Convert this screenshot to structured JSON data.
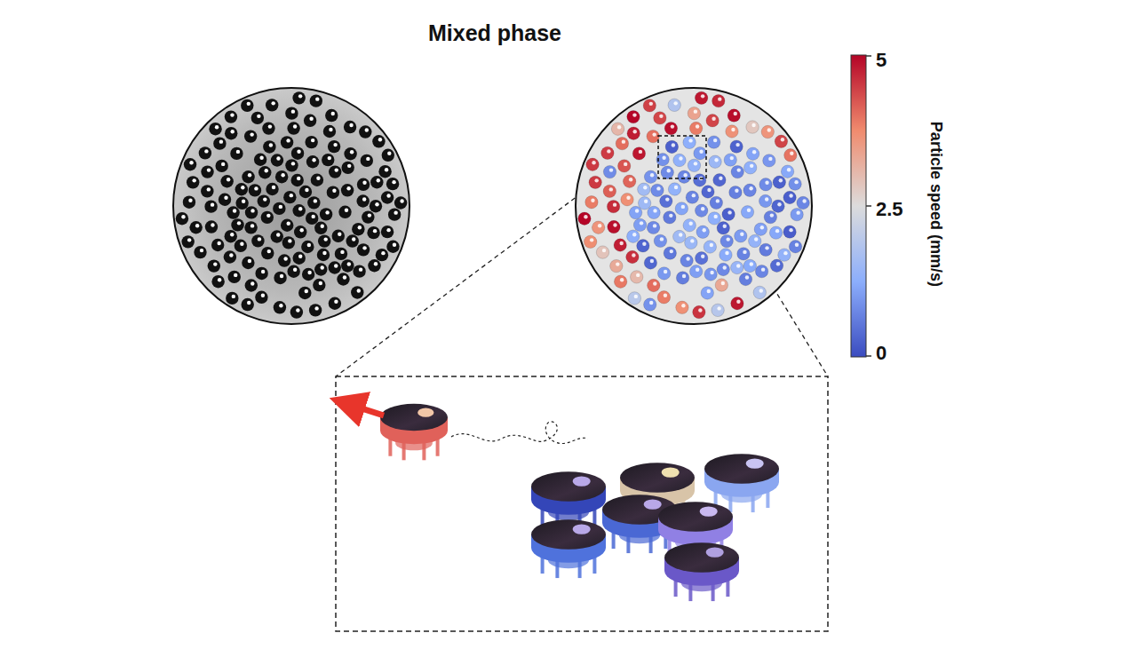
{
  "diagram": {
    "title": "Mixed phase",
    "labels": [
      "5",
      "2.5",
      "0",
      "Particle speed (mm/s)"
    ]
  }
}
